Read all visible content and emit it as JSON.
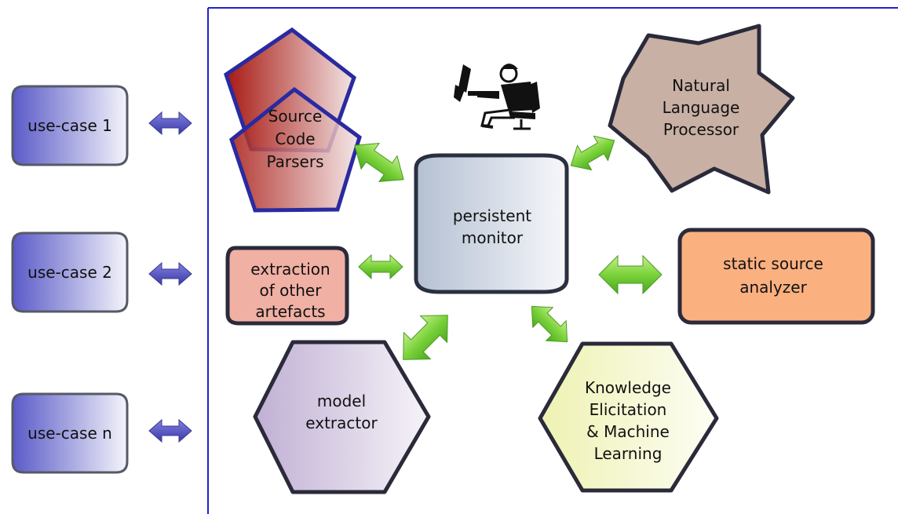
{
  "use_cases": [
    {
      "label": "use-case 1"
    },
    {
      "label": "use-case 2"
    },
    {
      "label": "use-case n"
    }
  ],
  "components": {
    "source_code_parsers": {
      "lines": [
        "Source",
        "Code",
        "Parsers"
      ]
    },
    "natural_language_processor": {
      "lines": [
        "Natural",
        "Language",
        "Processor"
      ]
    },
    "persistent_monitor": {
      "lines": [
        "persistent",
        "monitor"
      ]
    },
    "extraction_other_artefacts": {
      "lines": [
        "extraction",
        "of other",
        "artefacts"
      ]
    },
    "static_source_analyzer": {
      "lines": [
        "static source",
        "analyzer"
      ]
    },
    "model_extractor": {
      "lines": [
        "model",
        "extractor"
      ]
    },
    "knowledge_elicitation": {
      "lines": [
        "Knowledge",
        "Elicitation",
        "& Machine",
        "Learning"
      ]
    }
  },
  "user_icon": "user-at-computer-icon",
  "colors": {
    "frame_border": "#2222cc",
    "use_case_fill_dark": "#5a5ac8",
    "use_case_fill_light": "#f4f4fb",
    "side_arrow": "#5050c0",
    "green_arrow": "#7ad23a",
    "parser_fill": "#a81a14",
    "parser_border": "#2a2aa0",
    "nlp_fill": "#c8b0a4",
    "monitor_fill": "#b4c0d2",
    "extraction_fill": "#f0b0a4",
    "analyzer_fill": "#fbb080",
    "model_fill": "#c0b0d4",
    "knowledge_fill": "#ecf0b4"
  }
}
